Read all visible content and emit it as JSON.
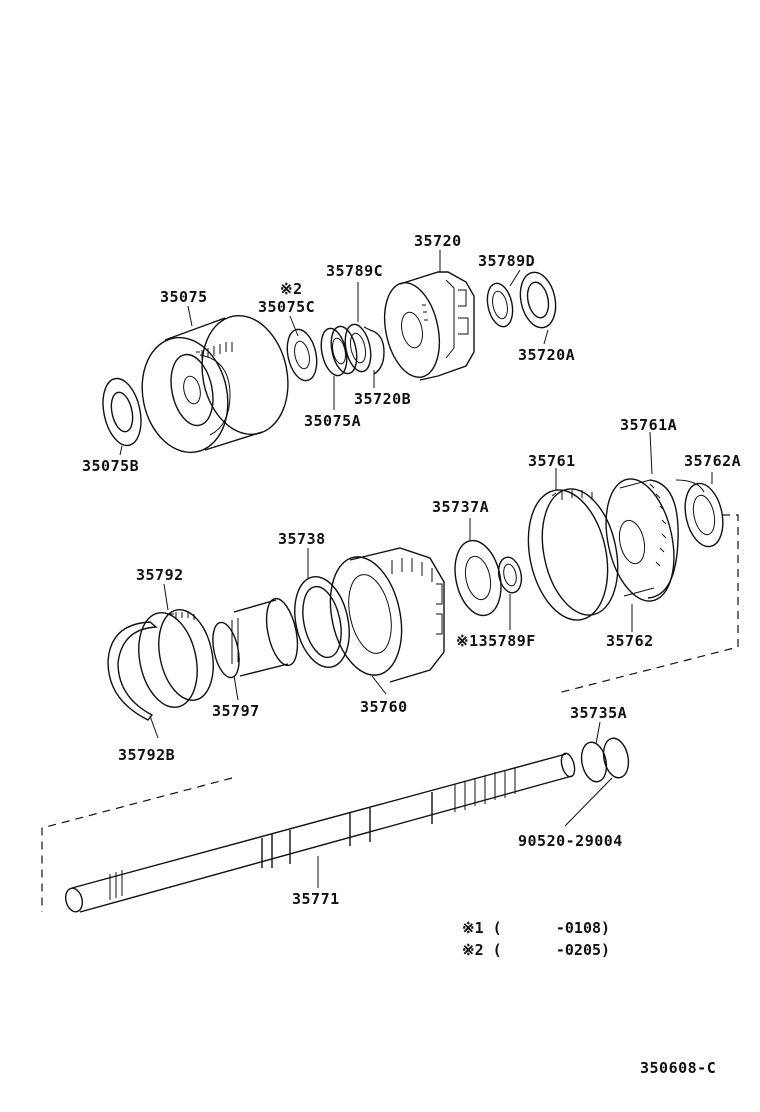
{
  "diagram": {
    "parts": {
      "p35075": "35075",
      "p35075C_mark": "※2",
      "p35075C": "35075C",
      "p35789C": "35789C",
      "p35720": "35720",
      "p35789D": "35789D",
      "p35720A": "35720A",
      "p35720B": "35720B",
      "p35075A": "35075A",
      "p35075B": "35075B",
      "p35761A": "35761A",
      "p35761": "35761",
      "p35762A": "35762A",
      "p35737A": "35737A",
      "p35738": "35738",
      "p35792": "35792",
      "p35789F": "※135789F",
      "p35762": "35762",
      "p35797": "35797",
      "p35760": "35760",
      "p35792B": "35792B",
      "p35735A": "35735A",
      "p90520": "90520-29004",
      "p35771": "35771"
    },
    "notes": {
      "note1": "※1 (      -0108)",
      "note2": "※2 (      -0205)"
    },
    "figure_code": "350608-C"
  },
  "colors": {
    "ink": "#111111",
    "paper": "#ffffff"
  }
}
